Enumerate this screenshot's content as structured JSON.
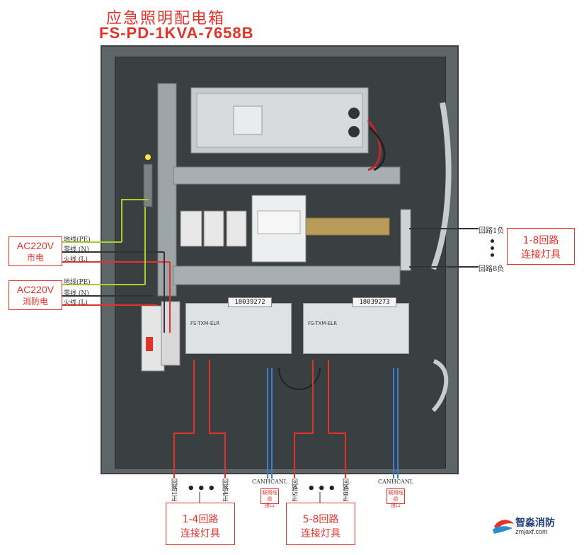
{
  "title": {
    "line1": "应急照明配电箱",
    "line2": "FS-PD-1KVA-7658B"
  },
  "inputs": {
    "mains": {
      "voltage": "AC220V",
      "label": "市电"
    },
    "fire": {
      "voltage": "AC220V",
      "label": "消防电"
    },
    "wires": {
      "pe": "地线(PE)",
      "n": "零线 (N)",
      "l": "火线 (L)"
    }
  },
  "modules": [
    {
      "serial": "18039272",
      "name": "FS-TXM-ELR"
    },
    {
      "serial": "18039273",
      "name": "FS-TXM-ELR"
    }
  ],
  "right_outputs": {
    "first": "回路1负",
    "last": "回路8负",
    "box_line1": "1-8回路",
    "box_line2": "连接灯具"
  },
  "bottom_outputs": {
    "left": {
      "first": "回路1正",
      "last": "回路4正",
      "box_line1": "1-4回路",
      "box_line2": "连接灯具"
    },
    "right": {
      "first": "回路5正",
      "last": "回路8正",
      "box_line1": "5-8回路",
      "box_line2": "连接灯具"
    }
  },
  "can": {
    "h": "CANH",
    "l": "CANL",
    "tag": "联网线缆",
    "tag2": "接口"
  },
  "brand": {
    "name": "智淼消防",
    "url": "zmjaxf.com"
  },
  "colors": {
    "accent": "#e4322b",
    "wire_green": "#a6d12a",
    "wire_blue": "#3a7fd0"
  }
}
